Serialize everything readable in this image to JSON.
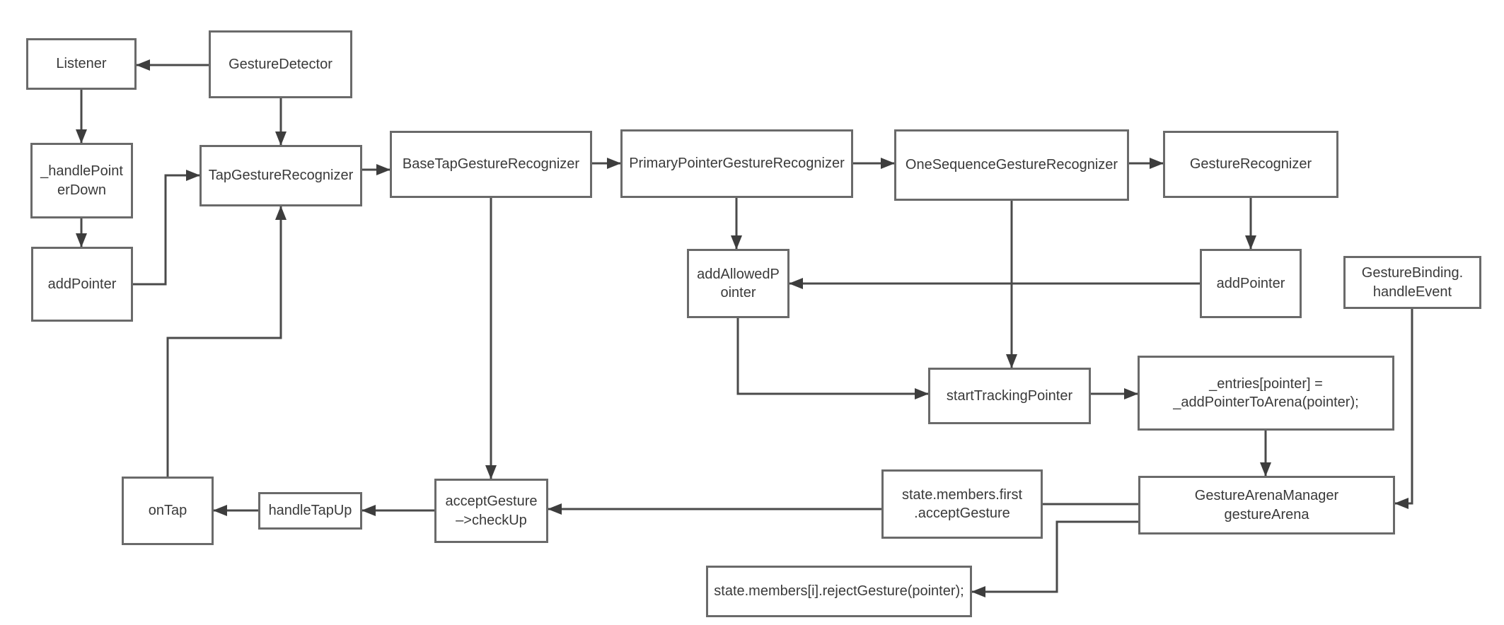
{
  "diagram": {
    "title": "Flutter tap gesture flow diagram",
    "colors": {
      "background": "#ffffff",
      "node_border": "#6a6a6a",
      "node_fill": "#ffffff",
      "text": "#3a3a3a",
      "line": "#4a4a4a"
    },
    "nodes": {
      "listener": {
        "label": "Listener"
      },
      "gesture_detector": {
        "label": "GestureDetector"
      },
      "handle_pointer_down": {
        "label": "_handlePoint\nerDown"
      },
      "add_pointer_left": {
        "label": "addPointer"
      },
      "tap_gesture_recognizer": {
        "label": "TapGestureRecognizer"
      },
      "base_tap_gesture_recognizer": {
        "label": "BaseTapGestureRecognizer"
      },
      "primary_pointer_gesture_recognizer": {
        "label": "PrimaryPointerGestureRecognizer"
      },
      "one_sequence_gesture_recognizer": {
        "label": "OneSequenceGestureRecognizer"
      },
      "gesture_recognizer": {
        "label": "GestureRecognizer"
      },
      "add_allowed_pointer": {
        "label": "addAllowedP\nointer"
      },
      "add_pointer_right": {
        "label": "addPointer"
      },
      "gesture_binding_handle_event": {
        "label": "GestureBinding.\nhandleEvent"
      },
      "start_tracking_pointer": {
        "label": "startTrackingPointer"
      },
      "entries_assignment": {
        "label": "_entries[pointer] =\n_addPointerToArena(pointer);"
      },
      "gesture_arena_manager": {
        "label": "GestureArenaManager\ngestureArena"
      },
      "state_members_first_accept": {
        "label": "state.members.first\n.acceptGesture"
      },
      "accept_gesture_check_up": {
        "label": "acceptGesture\n–>checkUp"
      },
      "handle_tap_up": {
        "label": "handleTapUp"
      },
      "on_tap": {
        "label": "onTap"
      },
      "state_members_reject": {
        "label": "state.members[i].rejectGesture(pointer);"
      }
    },
    "edges": [
      {
        "from": "gesture_detector",
        "to": "listener",
        "arrow": true
      },
      {
        "from": "listener",
        "to": "handle_pointer_down",
        "arrow": true
      },
      {
        "from": "handle_pointer_down",
        "to": "add_pointer_left",
        "arrow": true
      },
      {
        "from": "add_pointer_left",
        "to": "tap_gesture_recognizer",
        "arrow": true
      },
      {
        "from": "gesture_detector",
        "to": "tap_gesture_recognizer",
        "arrow": true
      },
      {
        "from": "on_tap",
        "to": "tap_gesture_recognizer",
        "arrow": true
      },
      {
        "from": "tap_gesture_recognizer",
        "to": "base_tap_gesture_recognizer",
        "arrow": true
      },
      {
        "from": "base_tap_gesture_recognizer",
        "to": "primary_pointer_gesture_recognizer",
        "arrow": true
      },
      {
        "from": "primary_pointer_gesture_recognizer",
        "to": "one_sequence_gesture_recognizer",
        "arrow": true
      },
      {
        "from": "one_sequence_gesture_recognizer",
        "to": "gesture_recognizer",
        "arrow": true
      },
      {
        "from": "primary_pointer_gesture_recognizer",
        "to": "add_allowed_pointer",
        "arrow": true
      },
      {
        "from": "gesture_recognizer",
        "to": "add_pointer_right",
        "arrow": true
      },
      {
        "from": "add_pointer_right",
        "to": "add_allowed_pointer",
        "arrow": true
      },
      {
        "from": "one_sequence_gesture_recognizer",
        "to": "start_tracking_pointer",
        "arrow": true
      },
      {
        "from": "add_allowed_pointer",
        "to": "start_tracking_pointer",
        "arrow": true
      },
      {
        "from": "start_tracking_pointer",
        "to": "entries_assignment",
        "arrow": true
      },
      {
        "from": "entries_assignment",
        "to": "gesture_arena_manager",
        "arrow": true
      },
      {
        "from": "gesture_binding_handle_event",
        "to": "gesture_arena_manager",
        "arrow": true
      },
      {
        "from": "gesture_arena_manager",
        "to": "state_members_first_accept",
        "arrow": false
      },
      {
        "from": "state_members_first_accept",
        "to": "accept_gesture_check_up",
        "arrow": true
      },
      {
        "from": "base_tap_gesture_recognizer",
        "to": "accept_gesture_check_up",
        "arrow": true
      },
      {
        "from": "accept_gesture_check_up",
        "to": "handle_tap_up",
        "arrow": true
      },
      {
        "from": "handle_tap_up",
        "to": "on_tap",
        "arrow": true
      },
      {
        "from": "gesture_arena_manager",
        "to": "state_members_reject",
        "arrow": true
      }
    ]
  }
}
